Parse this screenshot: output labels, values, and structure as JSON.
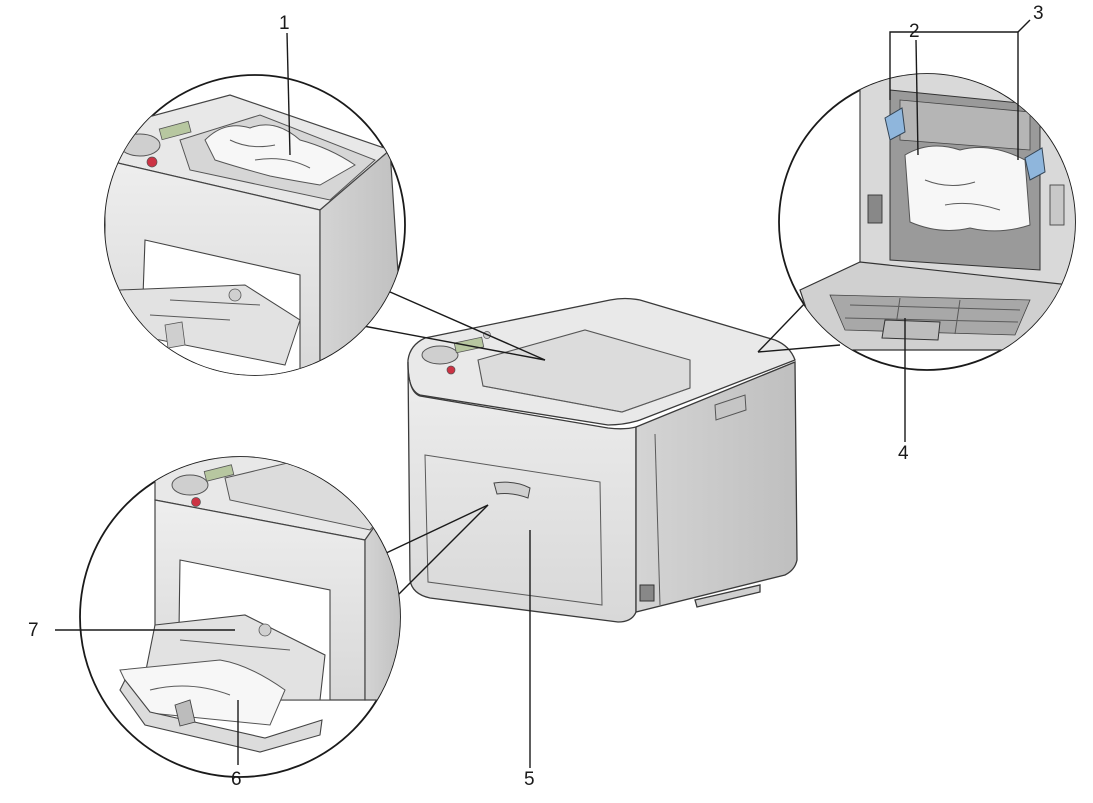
{
  "callouts": [
    {
      "id": "1",
      "label": "1"
    },
    {
      "id": "2",
      "label": "2"
    },
    {
      "id": "3",
      "label": "3"
    },
    {
      "id": "4",
      "label": "4"
    },
    {
      "id": "5",
      "label": "5"
    },
    {
      "id": "6",
      "label": "6"
    },
    {
      "id": "7",
      "label": "7"
    }
  ],
  "colors": {
    "body": "#e6e6e6",
    "body_shadow": "#c9c9c9",
    "outline": "#3a3a3a",
    "paper": "#f7f7f7",
    "lever": "#8fb6dc",
    "panel_button_red": "#cc3344",
    "panel_display": "#b7c7a0"
  },
  "icons": [
    "printer",
    "jammed-paper",
    "output-tray",
    "rear-cover",
    "front-cover",
    "paper-tray",
    "release-lever"
  ]
}
